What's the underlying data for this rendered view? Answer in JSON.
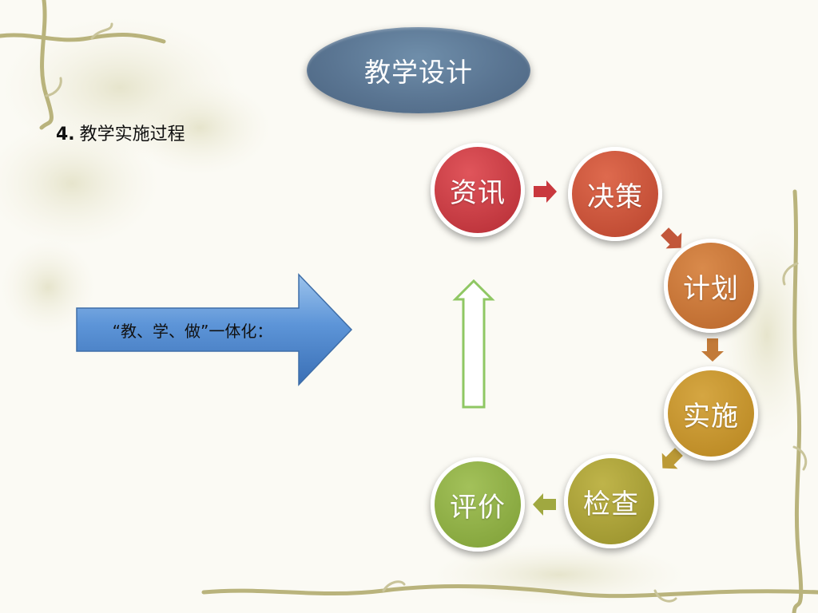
{
  "title": "教学设计",
  "heading": {
    "number": "4.",
    "text": "教学实施过程"
  },
  "arrow_label": "“教、学、做”一体化：",
  "cycle": {
    "nodes": [
      {
        "label": "资讯",
        "color_top": "#e0555b",
        "color_bottom": "#b52c34"
      },
      {
        "label": "决策",
        "color_top": "#de6a4e",
        "color_bottom": "#b9442d"
      },
      {
        "label": "计划",
        "color_top": "#d98a4b",
        "color_bottom": "#b9662a"
      },
      {
        "label": "实施",
        "color_top": "#d5a642",
        "color_bottom": "#b7851f"
      },
      {
        "label": "检查",
        "color_top": "#bfb44a",
        "color_bottom": "#97902a"
      },
      {
        "label": "评价",
        "color_top": "#a3c15a",
        "color_bottom": "#7e9f36"
      }
    ]
  },
  "colors": {
    "title_oval": "#5a7592",
    "arrow_blue": "#4e86cc",
    "return_arrow": "#8fc763",
    "vine": "#b9b37c"
  }
}
